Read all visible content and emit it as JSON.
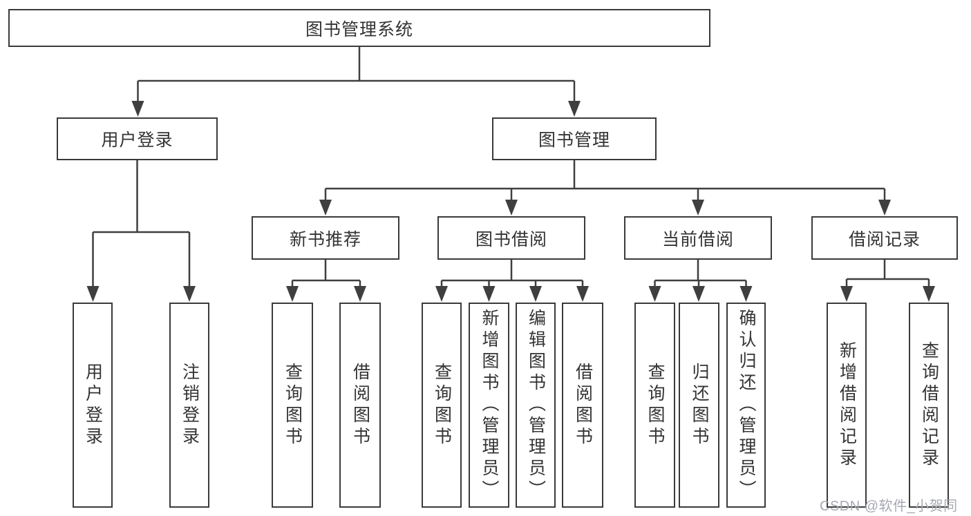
{
  "tree": {
    "label": "图书管理系统",
    "children": [
      {
        "label": "用户登录",
        "children": [
          {
            "label": "用户登录"
          },
          {
            "label": "注销登录"
          }
        ]
      },
      {
        "label": "图书管理",
        "children": [
          {
            "label": "新书推荐",
            "children": [
              {
                "label": "查询图书"
              },
              {
                "label": "借阅图书"
              }
            ]
          },
          {
            "label": "图书借阅",
            "children": [
              {
                "label": "查询图书"
              },
              {
                "label": "新增图书（管理员）"
              },
              {
                "label": "编辑图书（管理员）"
              },
              {
                "label": "借阅图书"
              }
            ]
          },
          {
            "label": "当前借阅",
            "children": [
              {
                "label": "查询图书"
              },
              {
                "label": "归还图书"
              },
              {
                "label": "确认归还（管理员）"
              }
            ]
          },
          {
            "label": "借阅记录",
            "children": [
              {
                "label": "新增借阅记录"
              },
              {
                "label": "查询借阅记录"
              }
            ]
          }
        ]
      }
    ]
  },
  "watermark": {
    "text": "CSDN @软件_小贺同学"
  },
  "colors": {
    "background": "#ffffff",
    "line": "#3f3f3f",
    "box_border": "#3a3a3a",
    "text": "#333333",
    "watermark": "#a6a9b2"
  }
}
